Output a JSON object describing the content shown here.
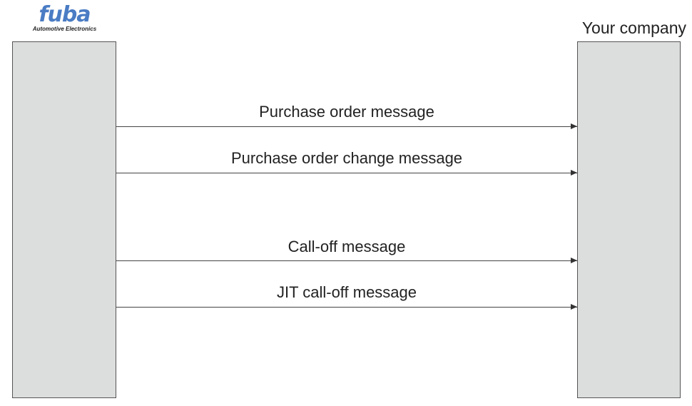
{
  "logo": {
    "name": "fuba",
    "tagline": "Automotive Electronics"
  },
  "right_party": "Your company",
  "messages": [
    "Purchase order message",
    "Purchase order change message",
    "Call-off message",
    "JIT call-off message"
  ]
}
